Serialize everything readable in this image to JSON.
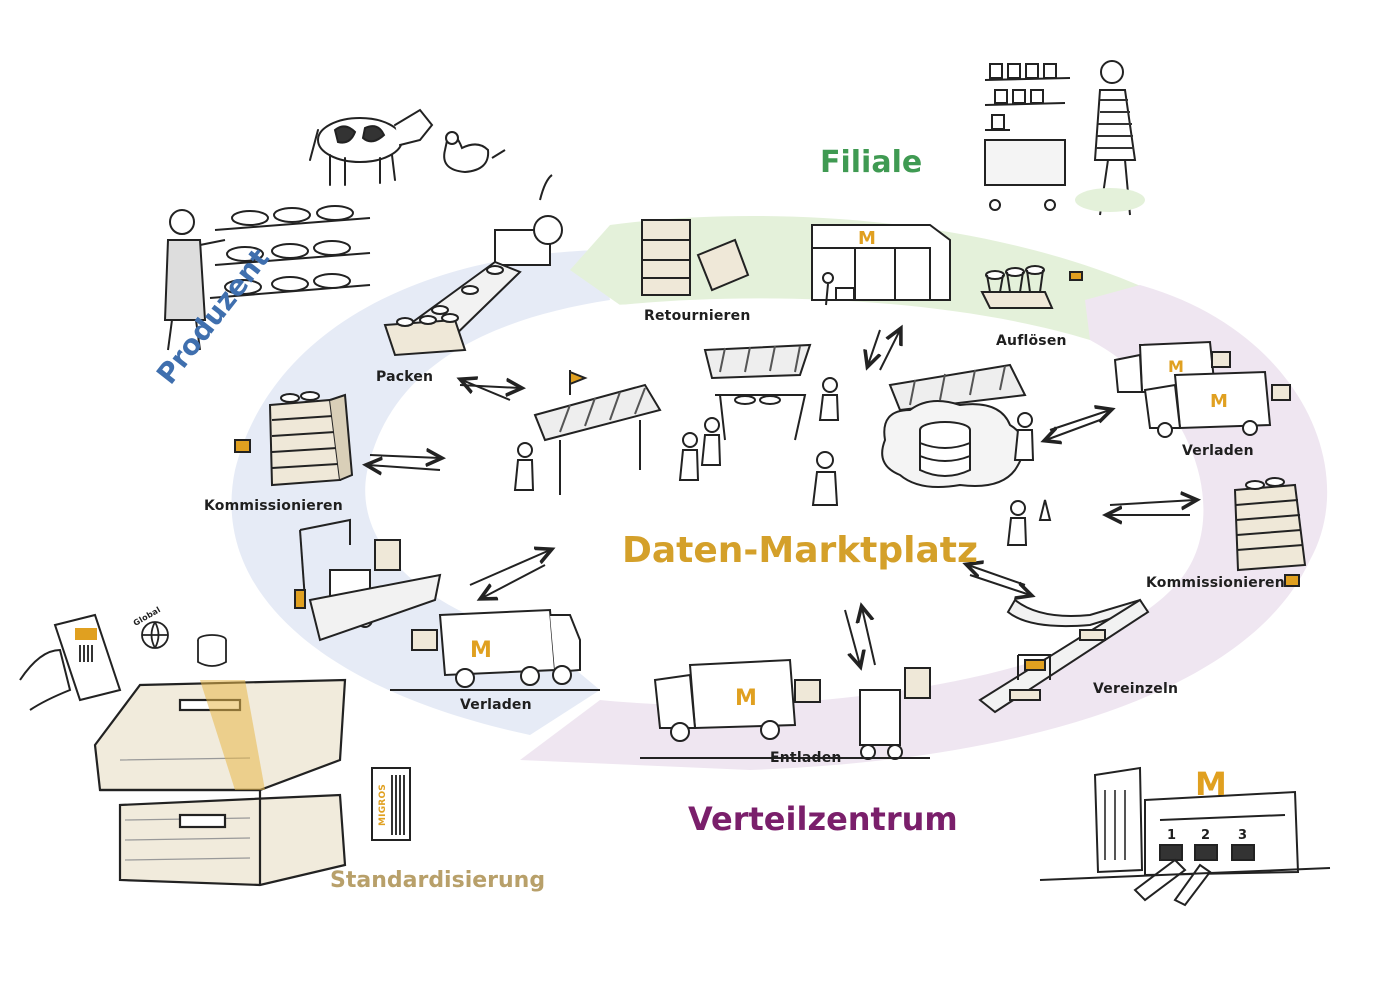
{
  "zones": {
    "filiale": {
      "title": "Filiale",
      "color": "#3f9a52",
      "band": "#e4f1da"
    },
    "produzent": {
      "title": "Produzent",
      "color": "#3f6fae",
      "band": "#e6ebf6"
    },
    "verteilzentrum": {
      "title": "Verteilzentrum",
      "color": "#7a1f6b",
      "band": "#efe6f1"
    }
  },
  "center": {
    "title": "Daten-Marktplatz",
    "color": "#d4a02a"
  },
  "standard": {
    "title": "Standardisierung",
    "color": "#b8a06a"
  },
  "steps": {
    "retournieren": "Retournieren",
    "aufloesen": "Auflösen",
    "packen": "Packen",
    "kommissionieren_left": "Kommissionieren",
    "verladen_left": "Verladen",
    "entladen": "Entladen",
    "vereinzeln": "Vereinzeln",
    "kommissionieren_right": "Kommissionieren",
    "verladen_right": "Verladen"
  },
  "logo_letter": "M",
  "badges": {
    "global": "Global",
    "crate_brand": "MIGROS",
    "gate_numbers": [
      "1",
      "2",
      "3"
    ]
  },
  "icons": [
    "cow-icon",
    "chicken-icon",
    "cheese-shelf-icon",
    "shopper-icon",
    "market-stall-icon",
    "database-icon",
    "truck-icon",
    "forklift-icon",
    "crate-icon",
    "phone-icon",
    "warehouse-icon"
  ]
}
